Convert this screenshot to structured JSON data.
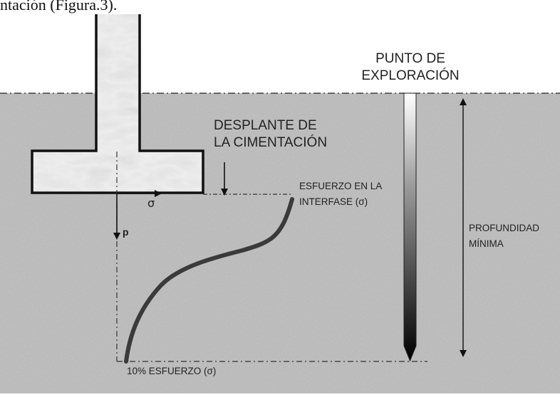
{
  "caption": "ntación (Figura.3).",
  "labels": {
    "punto_line1": "PUNTO DE",
    "punto_line2": "EXPLORACIÓN",
    "desplante_line1": "DESPLANTE DE",
    "desplante_line2": "LA CIMENTACIÓN",
    "esfuerzo_line1": "ESFUERZO EN LA",
    "esfuerzo_line2": "INTERFASE (σ)",
    "profundidad_line1": "PROFUNDIDAD",
    "profundidad_line2": "MÍNIMA",
    "sigma": "σ",
    "p": "p",
    "diez_esfuerzo": "10% ESFUERZO (σ)"
  },
  "colors": {
    "soil": "#c9c9c9",
    "concrete": "#eeeeee",
    "outline": "#111111",
    "curve": "#3a3a3a"
  }
}
